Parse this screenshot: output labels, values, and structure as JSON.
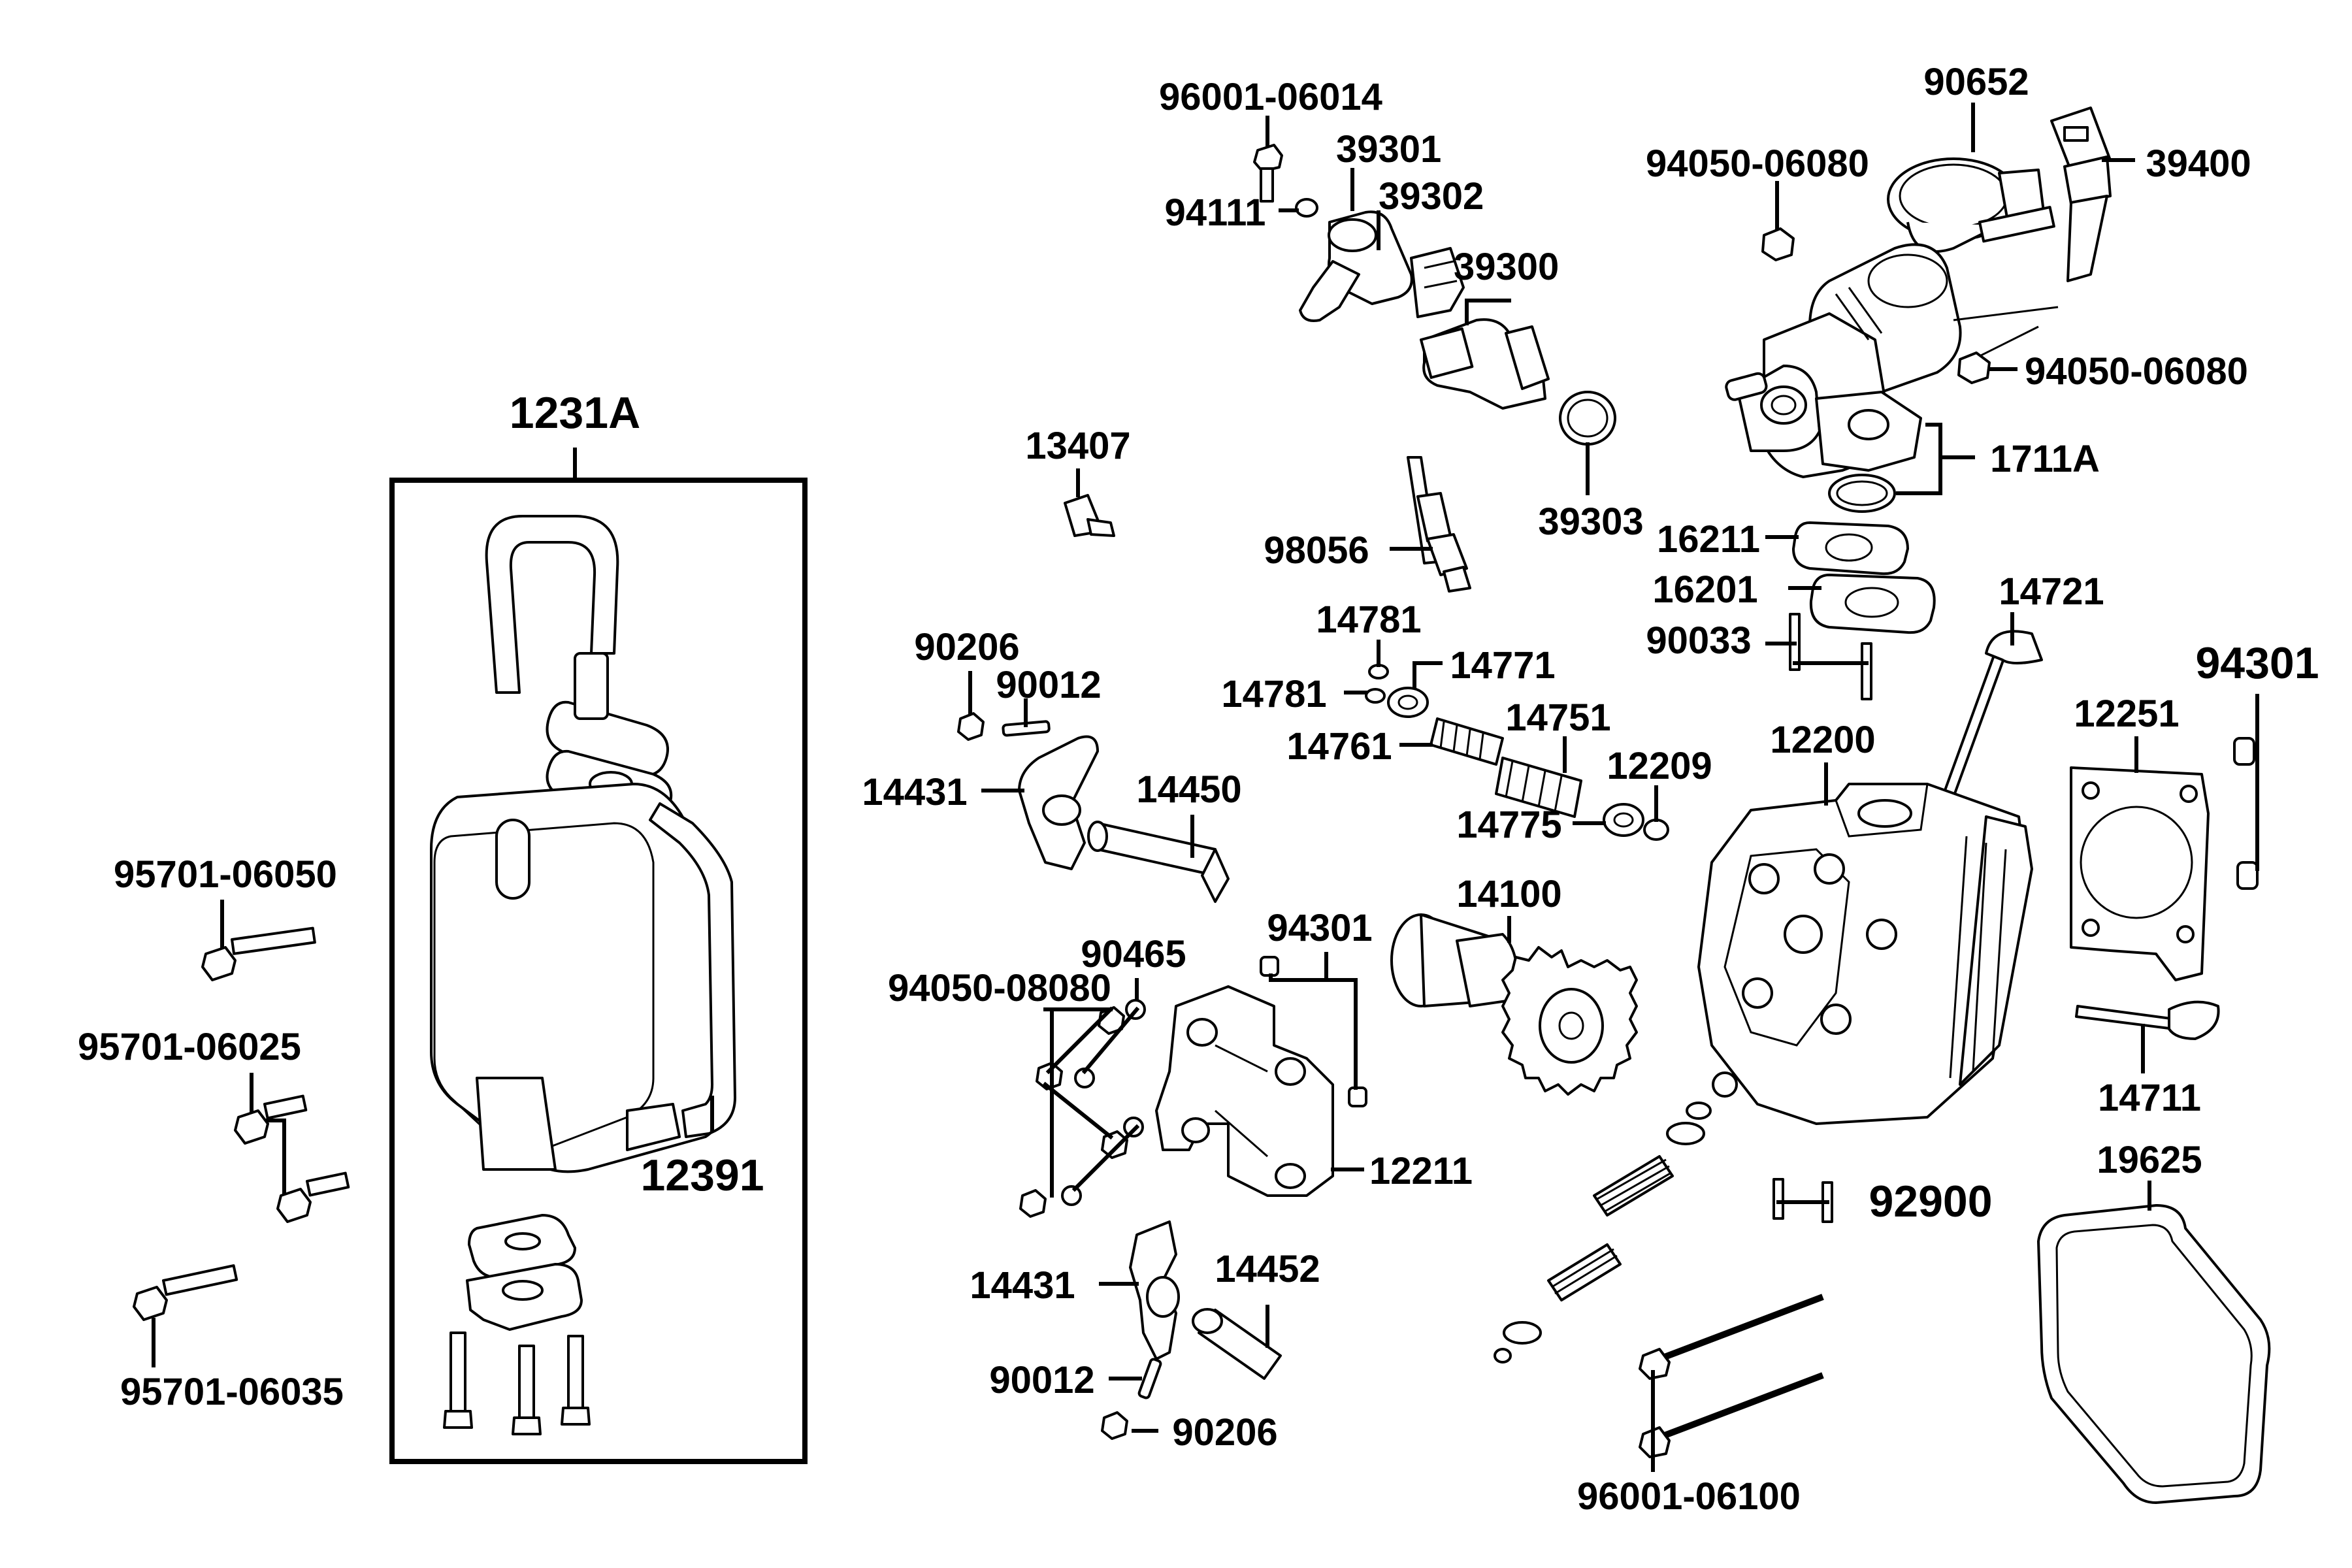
{
  "labels": {
    "l1231A": "1231A",
    "l95701_06050": "95701-06050",
    "l95701_06025": "95701-06025",
    "l95701_06035": "95701-06035",
    "l12391": "12391",
    "l13407": "13407",
    "l96001_06014": "96001-06014",
    "l39301": "39301",
    "l94111": "94111",
    "l39302": "39302",
    "l39300": "39300",
    "l98056": "98056",
    "l39303": "39303",
    "l90652": "90652",
    "l94050_06080_top": "94050-06080",
    "l39400": "39400",
    "l94050_06080_right": "94050-06080",
    "l1711A": "1711A",
    "l16211": "16211",
    "l16201": "16201",
    "l90033": "90033",
    "l14721": "14721",
    "l94301_right": "94301",
    "l12251": "12251",
    "l12200": "12200",
    "l14711": "14711",
    "l19625": "19625",
    "l92900": "92900",
    "l96001_06100": "96001-06100",
    "l90206_top": "90206",
    "l90012_top": "90012",
    "l14431_top": "14431",
    "l14450": "14450",
    "l14781_top": "14781",
    "l14781_left": "14781",
    "l14771": "14771",
    "l14761": "14761",
    "l14751": "14751",
    "l12209": "12209",
    "l14775": "14775",
    "l90465": "90465",
    "l94050_08080": "94050-08080",
    "l94301_mid": "94301",
    "l14100": "14100",
    "l12211": "12211",
    "l14431_bottom": "14431",
    "l14452": "14452",
    "l90012_bottom": "90012",
    "l90206_bottom": "90206"
  }
}
